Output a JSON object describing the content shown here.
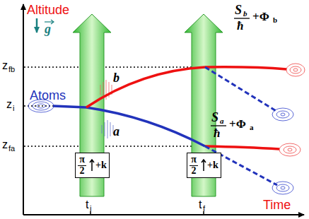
{
  "diagram": {
    "nodes": [
      {
        "text": [
          "π",
          "2",
          "+k"
        ]
      },
      {
        "text": [
          "π",
          "2",
          "+k"
        ]
      }
    ],
    "labels": [
      "Altitude",
      "g",
      "Atoms",
      "z",
      "fb",
      "z",
      "i",
      "z",
      "fa",
      "b",
      "a",
      "S",
      "b",
      "ħ",
      "+Φ",
      "b",
      "S",
      "a",
      "ħ",
      "+Φ",
      "a",
      "t",
      "i",
      "t",
      "f",
      "Time"
    ]
  }
}
